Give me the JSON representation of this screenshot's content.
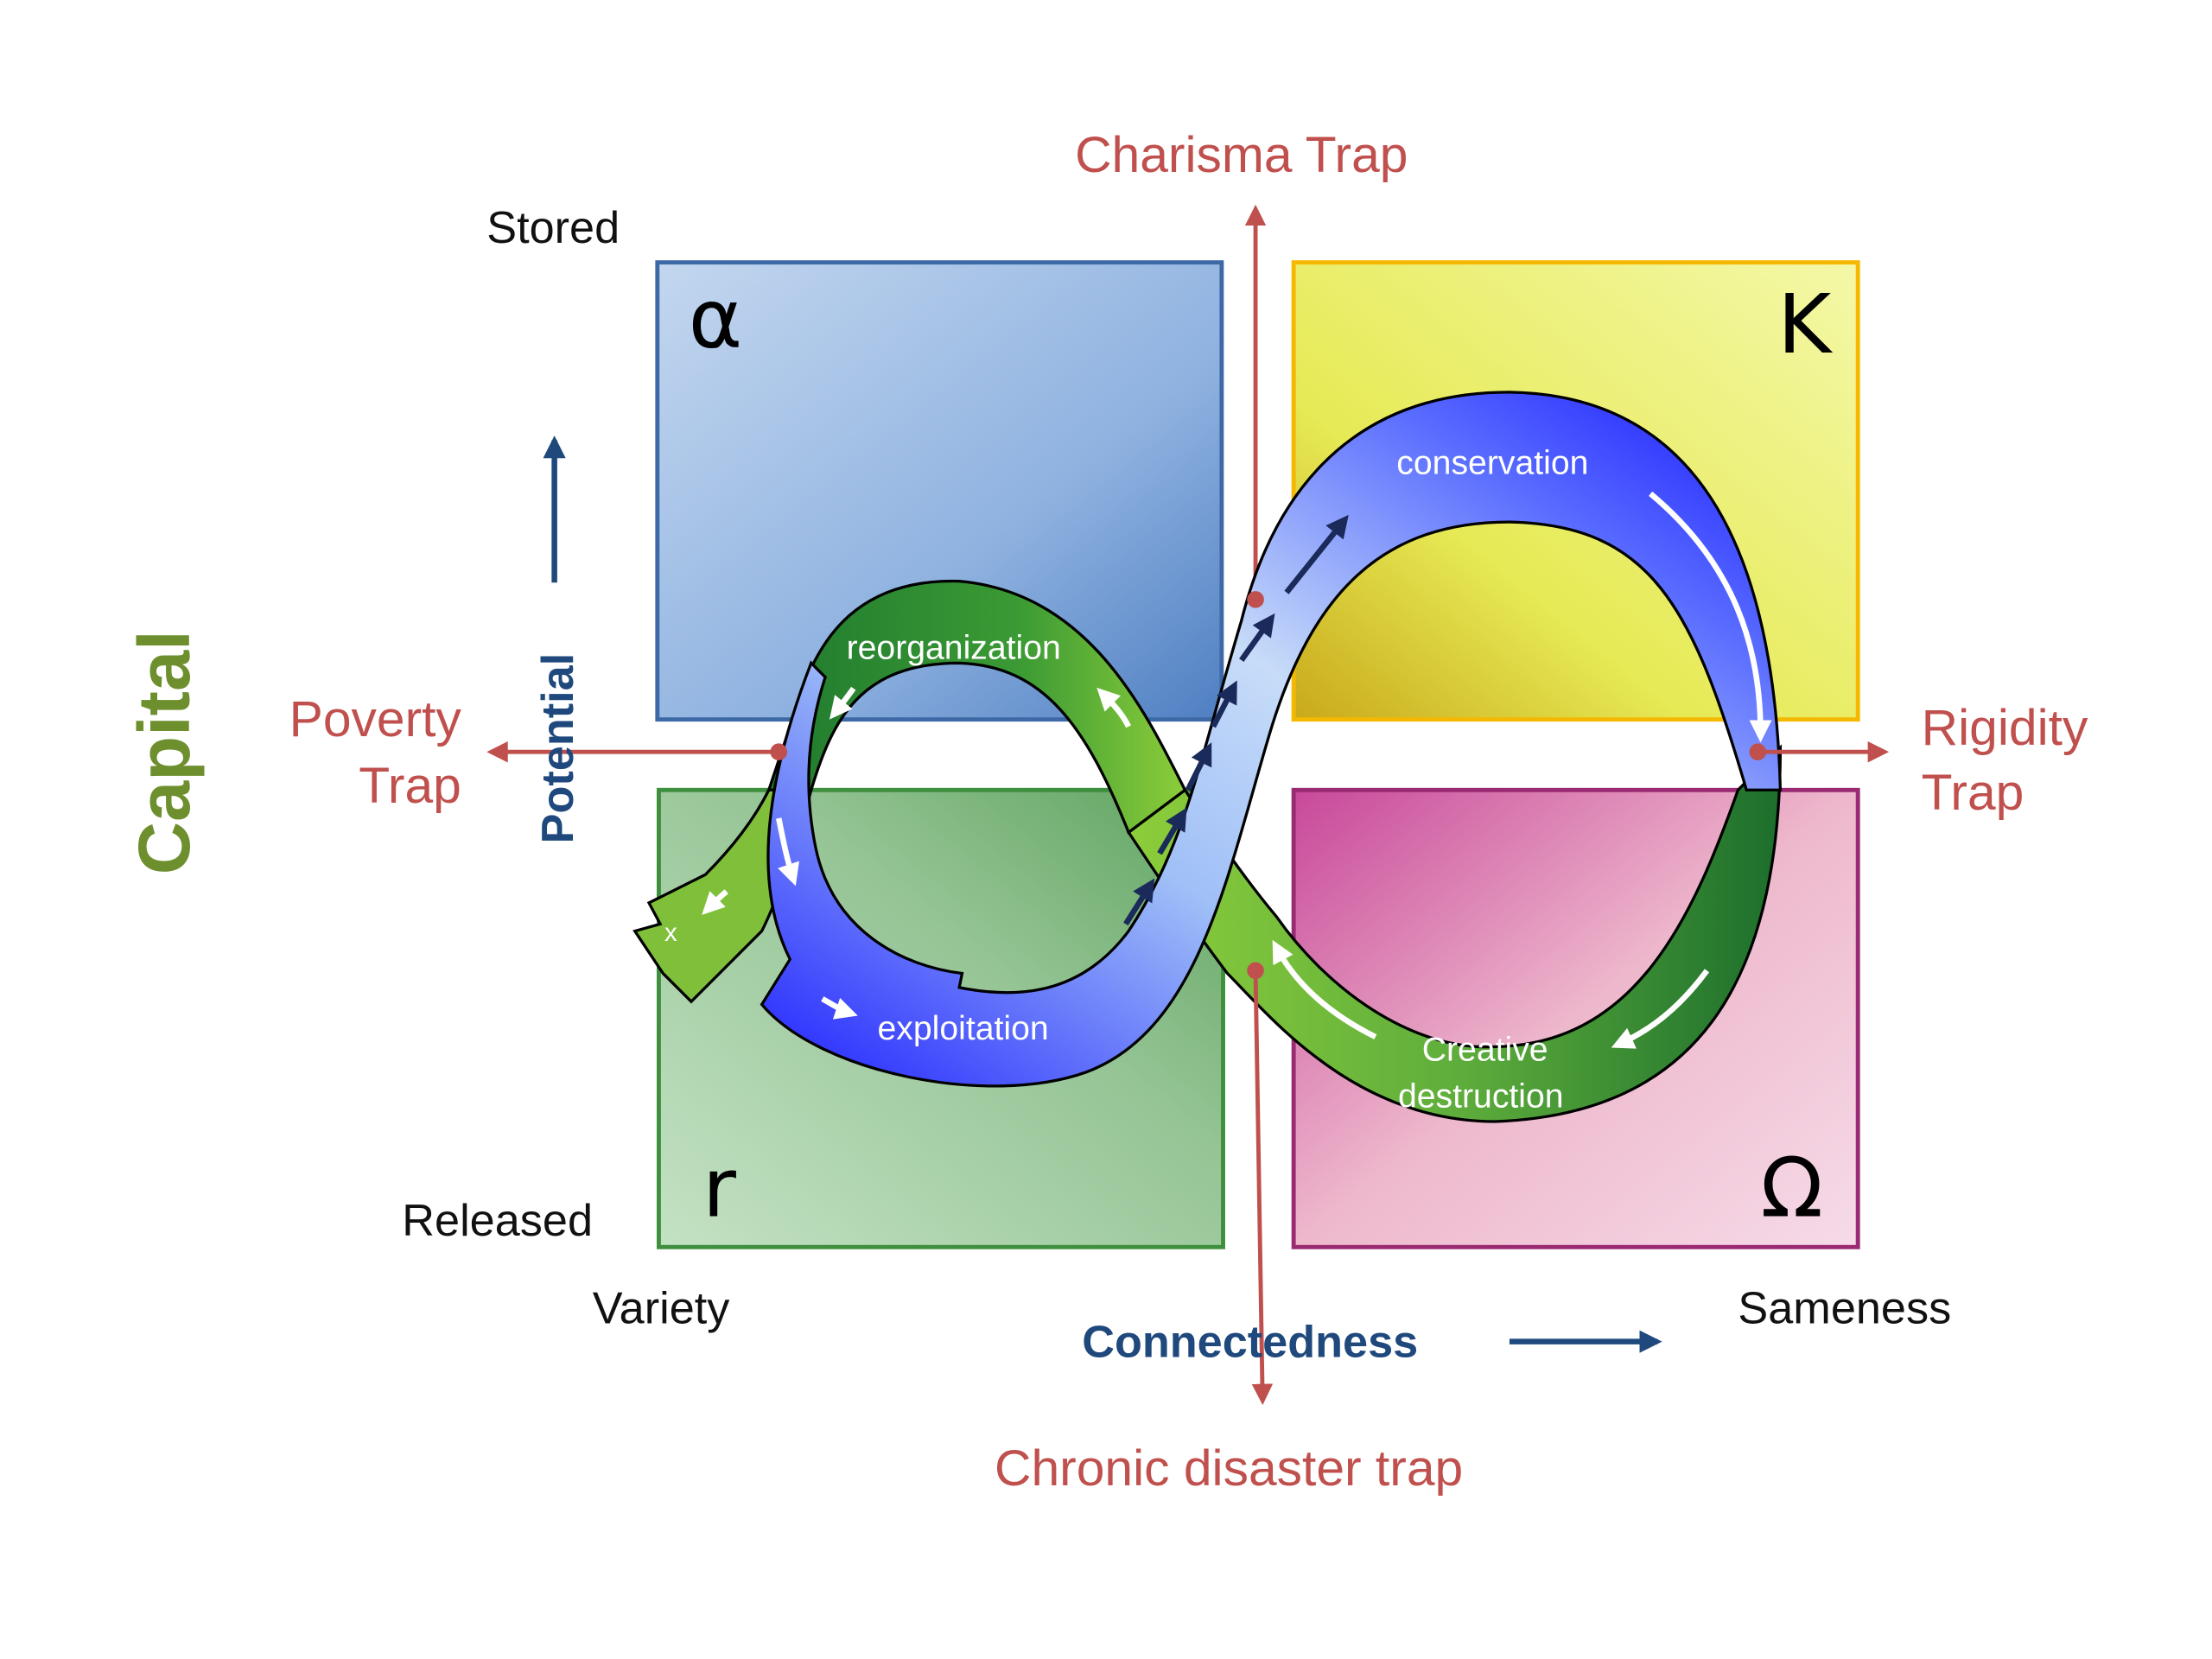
{
  "diagram": {
    "title": "Adaptive cycle with traps",
    "quadrants": [
      {
        "id": "alpha",
        "symbol": "α",
        "color": "#5f8fcf",
        "position": "top-left"
      },
      {
        "id": "K",
        "symbol": "K",
        "color": "#e8f060",
        "position": "top-right"
      },
      {
        "id": "r",
        "symbol": "r",
        "color": "#6ca96c",
        "position": "bottom-left"
      },
      {
        "id": "omega",
        "symbol": "Ω",
        "color": "#d05aa0",
        "position": "bottom-right"
      }
    ],
    "phases": {
      "reorganization": "reorganization",
      "conservation": "conservation",
      "exploitation": "exploitation",
      "creative_1": "Creative",
      "creative_2": "destruction",
      "exit": "x"
    },
    "traps": {
      "charisma": "Charisma Trap",
      "poverty_1": "Poverty",
      "poverty_2": "Trap",
      "rigidity_1": "Rigidity",
      "rigidity_2": "Trap",
      "chronic": "Chronic disaster trap"
    },
    "axes": {
      "y_title": "Potential",
      "y_top": "Stored",
      "y_bottom": "Released",
      "x_title": "Connectedness",
      "x_left": "Variety",
      "x_right": "Sameness",
      "side_label": "Capital"
    },
    "colors": {
      "trap": "#c0504d",
      "axis": "#1f497d",
      "capital": "#6e8f2e",
      "flow_blue": "#1a1aff",
      "flow_green": "#2f8f2f"
    }
  }
}
